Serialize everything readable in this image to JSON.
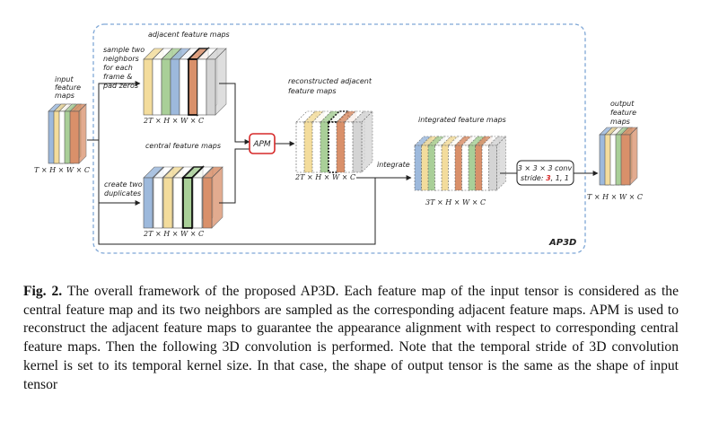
{
  "figure": {
    "input_label": [
      "input",
      "feature",
      "maps"
    ],
    "input_dim": "T × H × W × C",
    "adjacent_title": "adjacent feature maps",
    "sample_text": [
      "sample two",
      "neighbors",
      "for each",
      "frame &",
      "pad zeros"
    ],
    "adjacent_dim": "2T × H × W × C",
    "central_title": "central feature maps",
    "duplicate_text": [
      "create two",
      "duplicates"
    ],
    "central_dim": "2T × H × W × C",
    "apm_label": "APM",
    "reconstructed_title": [
      "reconstructed adjacent",
      "feature maps"
    ],
    "reconstructed_dim": "2T × H × W × C",
    "integrate_label": "integrate",
    "integrated_title": "integrated feature maps",
    "integrated_dim": "3T × H × W × C",
    "conv_line1": "3 × 3 × 3 conv",
    "conv_stride_prefix": "stride:",
    "conv_stride_first": "3",
    "conv_stride_rest": ", 1, 1",
    "output_label": [
      "output",
      "feature",
      "maps"
    ],
    "output_dim": "T × H × W × C",
    "panel_tag": "AP3D"
  },
  "caption": {
    "label": "Fig. 2.",
    "text": " The overall framework of the proposed AP3D. Each feature map of the input tensor is considered as the central feature map and its two neighbors are sampled as the corresponding adjacent feature maps. APM is used to reconstruct the adjacent feature maps to guarantee the appearance alignment with respect to corresponding central feature maps. Then the following 3D convolution is performed. Note that the temporal stride of 3D convolution kernel is set to its temporal kernel size. In that case, the shape of output tensor is the same as the shape of input tensor"
  },
  "colors": {
    "blue": "#9db9dc",
    "yellow": "#f3dc9c",
    "green": "#a9cf98",
    "orange": "#d9906a",
    "white": "#ffffff",
    "gray": "#d4d4d4",
    "panel_border": "#7fa7d6",
    "apm_border": "#d62828",
    "stride_red": "#d62828"
  }
}
